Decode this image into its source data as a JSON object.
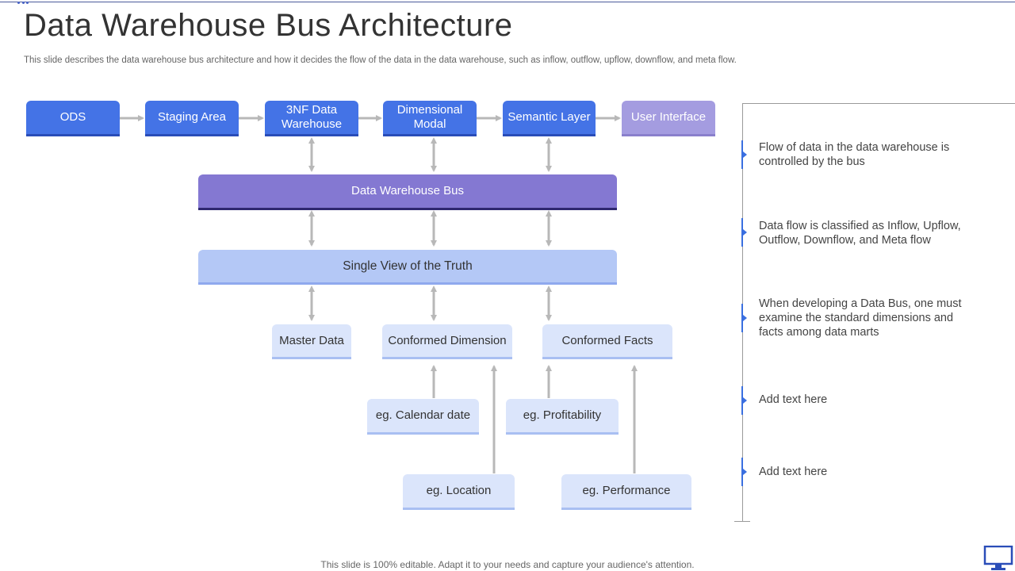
{
  "header": {
    "title": "Data Warehouse Bus Architecture",
    "subtitle": "This slide describes the data warehouse bus architecture and how it decides the flow of the data in the data warehouse, such as inflow, outflow, upflow, downflow, and meta flow."
  },
  "diagram": {
    "top_row": [
      "ODS",
      "Staging Area",
      "3NF Data Warehouse",
      "Dimensional Modal",
      "Semantic Layer",
      "User Interface"
    ],
    "bus": "Data Warehouse Bus",
    "truth": "Single View of the Truth",
    "third_row": [
      "Master Data",
      "Conformed Dimension",
      "Conformed Facts"
    ],
    "examples": {
      "calendar": "eg. Calendar date",
      "profitability": "eg. Profitability",
      "location": "eg. Location",
      "performance": "eg. Performance"
    }
  },
  "notes": [
    "Flow of data in the data warehouse is controlled by the bus",
    "Data flow is classified as Inflow, Upflow, Outflow, Downflow, and Meta flow",
    "When developing a Data Bus, one must examine the standard dimensions and facts among data marts",
    "Add text here",
    "Add text here"
  ],
  "footer": "This slide is 100% editable. Adapt it to your needs and capture your audience's attention.",
  "colors": {
    "primary_blue": "#4473e6",
    "bus_purple": "#8478d2",
    "faded_purple": "#a49ce0",
    "truth_blue": "#b4c8f6",
    "light_blue": "#dbe5fb",
    "arrow_gray": "#b8b8b8",
    "marker_blue": "#3a6fe0"
  },
  "icons": {
    "corner": "monitor-icon"
  }
}
